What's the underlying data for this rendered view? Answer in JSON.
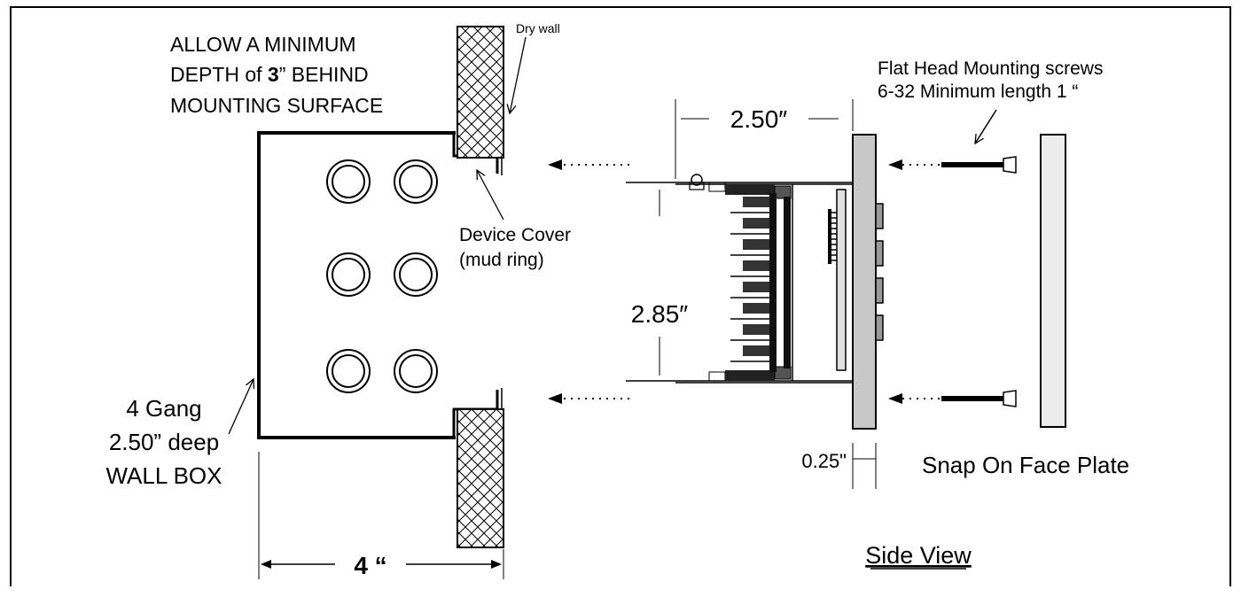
{
  "labels": {
    "allow_line1": "ALLOW A MINIMUM",
    "allow_line2_pre": "DEPTH of ",
    "allow_line2_bold": "3",
    "allow_line2_post": "” BEHIND",
    "allow_line3": "MOUNTING SURFACE",
    "dry_wall": "Dry wall",
    "device_cover_line1": "Device Cover",
    "device_cover_line2": "(mud ring)",
    "wallbox_line1": "4 Gang",
    "wallbox_line2": "2.50” deep",
    "wallbox_line3": "WALL BOX",
    "width_dim": "4 “",
    "depth_dim": "2.50″",
    "height_dim": "2.85″",
    "plate_thickness_dim": "0.25\"",
    "screws_line1": "Flat Head Mounting screws",
    "screws_line2": "6-32 Minimum length 1 “",
    "face_plate": "Snap On Face Plate",
    "view_title": "Side View"
  },
  "colors": {
    "line": "#000000",
    "plate_fill": "#c8c8c8",
    "faceplate_fill": "#ececec",
    "terminal_fill": "#222222"
  }
}
